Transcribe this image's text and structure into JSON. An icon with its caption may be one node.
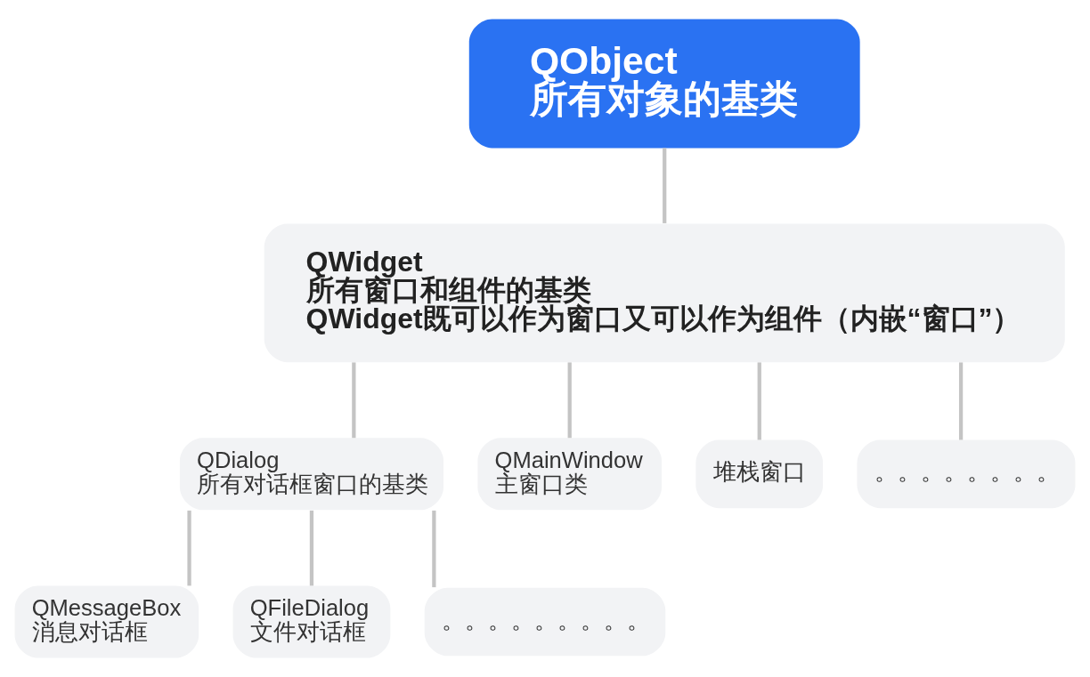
{
  "diagram": {
    "nodes": [
      {
        "text": [
          "QObject",
          "所有对象的基类"
        ]
      },
      {
        "text": [
          "QWidget",
          "所有窗口和组件的基类",
          "QWidget既可以作为窗口又可以作为组件（内嵌“窗口”）"
        ]
      },
      {
        "text": [
          "QDialog",
          "所有对话框窗口的基类"
        ]
      },
      {
        "text": [
          "QMainWindow",
          "主窗口类"
        ]
      },
      {
        "text": [
          "堆栈窗口"
        ]
      },
      {
        "text": [
          "。。。。。。。。"
        ]
      },
      {
        "text": [
          "QMessageBox",
          "消息对话框"
        ]
      },
      {
        "text": [
          "QFileDialog",
          "文件对话框"
        ]
      },
      {
        "text": [
          "。。。。。。。。。"
        ]
      }
    ],
    "edges": [
      {
        "from": 0,
        "to": 1,
        "arrow": "none"
      },
      {
        "from": 1,
        "to": 2,
        "arrow": "none"
      },
      {
        "from": 1,
        "to": 3,
        "arrow": "none"
      },
      {
        "from": 1,
        "to": 4,
        "arrow": "none"
      },
      {
        "from": 1,
        "to": 5,
        "arrow": "none"
      },
      {
        "from": 2,
        "to": 6,
        "arrow": "none"
      },
      {
        "from": 2,
        "to": 7,
        "arrow": "none"
      },
      {
        "from": 2,
        "to": 8,
        "arrow": "none"
      }
    ]
  }
}
